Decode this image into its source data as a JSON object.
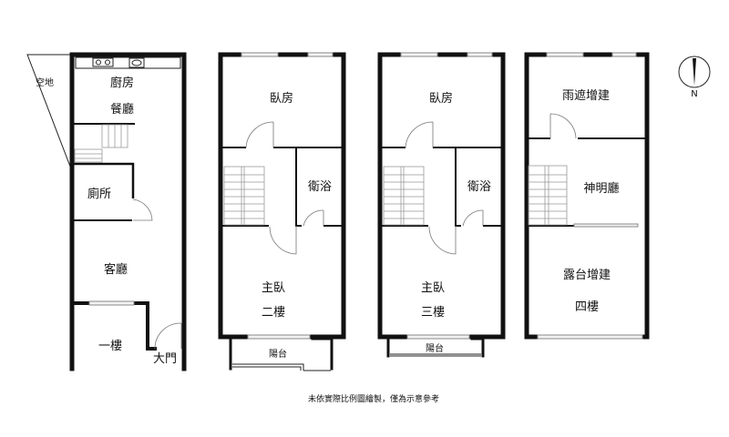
{
  "floor1": {
    "open_space": "空地",
    "kitchen": "廚房",
    "dining": "餐廳",
    "toilet": "廁所",
    "living": "客廳",
    "floor": "一樓",
    "main_door": "大門"
  },
  "floor2": {
    "bedroom": "臥房",
    "bath": "衛浴",
    "master": "主臥",
    "floor": "二樓",
    "balcony": "陽台"
  },
  "floor3": {
    "bedroom": "臥房",
    "bath": "衛浴",
    "master": "主臥",
    "floor": "三樓",
    "balcony": "陽台"
  },
  "floor4": {
    "rain_shelter": "雨遮增建",
    "shrine": "神明廳",
    "terrace": "露台增建",
    "floor": "四樓"
  },
  "compass": {
    "label": "N"
  },
  "note": "未依實際比例圖繪製，僅為示意參考"
}
